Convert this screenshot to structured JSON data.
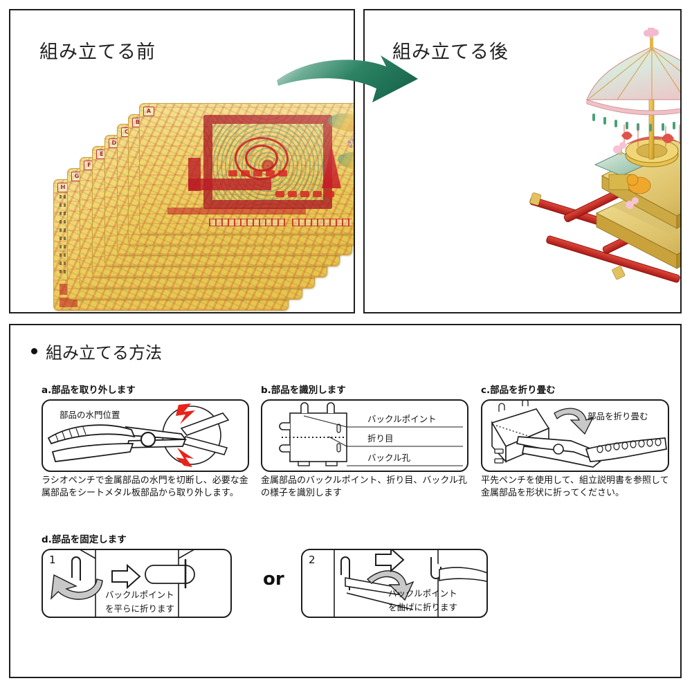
{
  "panels": {
    "before": {
      "title": "組み立てる前",
      "sheet_labels": [
        "A",
        "B",
        "C",
        "D",
        "E",
        "F",
        "G",
        "H"
      ]
    },
    "after": {
      "title": "組み立てる後"
    },
    "transition_arrow": "green-curved-arrow"
  },
  "howto": {
    "heading": "組み立てる方法",
    "bullet": "•",
    "steps": [
      {
        "id": "a",
        "title": "a.部品を取り外します",
        "fig_labels": [
          "部品の水門位置"
        ],
        "caption": "ラシオペンチで金属部品の水門を切断し、必要な金属部品をシートメタル板部品から取り外します。"
      },
      {
        "id": "b",
        "title": "b.部品を識別します",
        "fig_labels": [
          "バックルポイント",
          "折り目",
          "バックル孔"
        ],
        "caption": "金属部品のバックルポイント、折り目、バックル孔の様子を識別します"
      },
      {
        "id": "c",
        "title": "c.部品を折り畳む",
        "fig_labels": [
          "部品を折り畳む"
        ],
        "caption": "平先ペンチを使用して、組立説明書を参照して金属部品を形状に折ってください。"
      },
      {
        "id": "d",
        "title": "d.部品を固定します",
        "or_label": "or",
        "variants": [
          {
            "number": "1",
            "label_line1": "バックルポイント",
            "label_line2": "を平らに折ります"
          },
          {
            "number": "2",
            "label_line1": "バックルポイント",
            "label_line2": "を曲げに折ります"
          }
        ]
      }
    ]
  },
  "colors": {
    "arrow_green_dark": "#1f7a5e",
    "arrow_green_light": "#cfe6dc",
    "border": "#1d1d1d",
    "sheet_gold": "#efce5c",
    "sheet_red": "#be1f27",
    "background": "#ffffff",
    "gray_fill": "#c8c8c8"
  }
}
